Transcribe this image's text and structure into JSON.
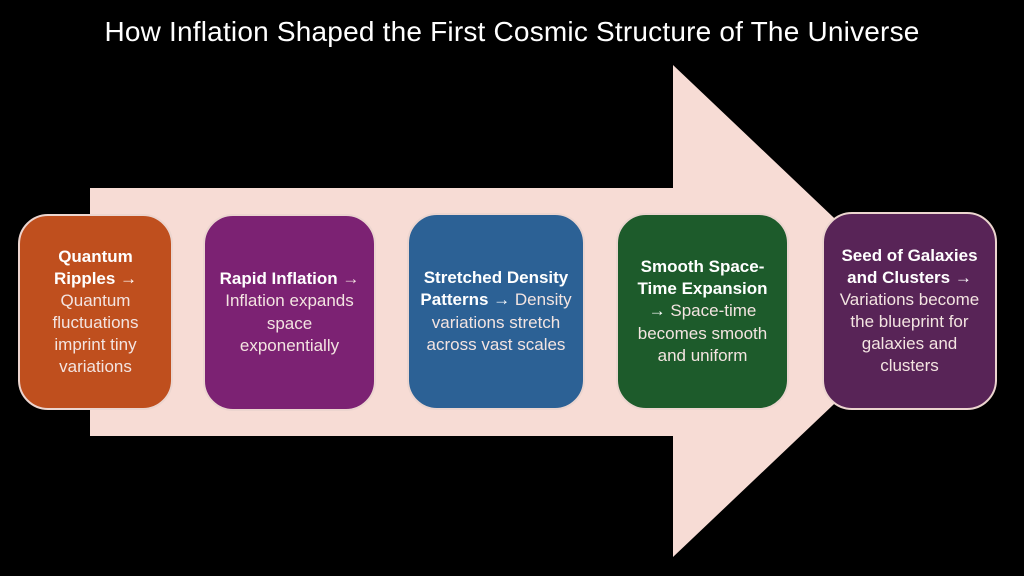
{
  "title": "How Inflation Shaped the First Cosmic Structure of The Universe",
  "colors": {
    "background": "#000000",
    "title_text": "#ffffff",
    "arrow": "#f7dcd5",
    "box_border": "#ecd5cf",
    "heading_text": "#ffffff",
    "body_text": "#f3e4e1"
  },
  "steps": [
    {
      "heading": "Quantum Ripples →",
      "body": "Quantum fluctuations imprint tiny variations",
      "color": "#bf4f1e"
    },
    {
      "heading": "Rapid Inflation",
      "body": "→ Inflation expands space exponentially",
      "color": "#7c2273"
    },
    {
      "heading": "Stretched Density Patterns →",
      "body": "Density variations stretch across vast scales",
      "color": "#2c6195"
    },
    {
      "heading": "Smooth Space-Time Expansion →",
      "body": "Space-time becomes smooth and uniform",
      "color": "#1d5b2b"
    },
    {
      "heading": "Seed of Galaxies and Clusters →",
      "body": "Variations become the blueprint for galaxies and clusters",
      "color": "#582457"
    }
  ]
}
